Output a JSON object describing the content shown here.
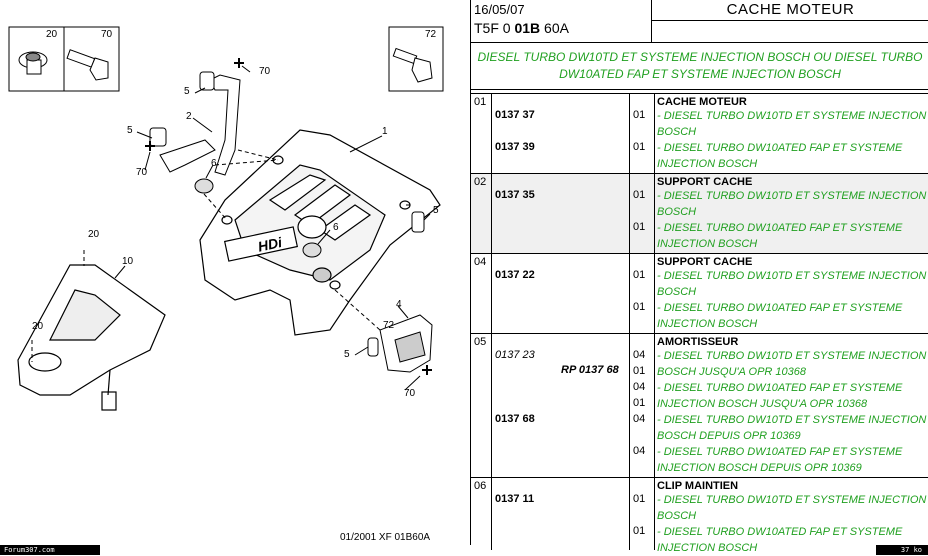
{
  "header": {
    "date": "16/05/07",
    "code_pre": "T5F 0 ",
    "code_bold": "01B",
    "code_post": " 60A",
    "title": "CACHE MOTEUR"
  },
  "engine_line": "DIESEL TURBO DW10TD ET SYSTEME INJECTION BOSCH OU DIESEL TURBO DW10ATED FAP ET SYSTEME INJECTION BOSCH",
  "groups": [
    {
      "num": "01",
      "title": "CACHE MOTEUR",
      "rows": [
        {
          "ref": "0137 37",
          "qty": "01",
          "desc": "- DIESEL TURBO DW10TD ET SYSTEME INJECTION BOSCH"
        },
        {
          "ref": "0137 39",
          "qty": "01",
          "desc": "- DIESEL TURBO DW10ATED FAP ET SYSTEME INJECTION BOSCH"
        }
      ]
    },
    {
      "num": "02",
      "title": "SUPPORT CACHE",
      "rows": [
        {
          "ref": "0137 35",
          "qty": "01",
          "desc": "- DIESEL TURBO DW10TD ET SYSTEME INJECTION BOSCH"
        },
        {
          "ref": "",
          "qty": "01",
          "desc": "- DIESEL TURBO DW10ATED FAP ET SYSTEME INJECTION BOSCH"
        }
      ]
    },
    {
      "num": "04",
      "title": "SUPPORT CACHE",
      "rows": [
        {
          "ref": "0137 22",
          "qty": "01",
          "desc": "- DIESEL TURBO DW10TD ET SYSTEME INJECTION BOSCH"
        },
        {
          "ref": "",
          "qty": "01",
          "desc": "- DIESEL TURBO DW10ATED FAP ET SYSTEME INJECTION BOSCH"
        }
      ]
    },
    {
      "num": "05",
      "title": "AMORTISSEUR",
      "rows": [
        {
          "ref": "0137 23",
          "rp": "RP 0137 68",
          "qty": "04",
          "qty2": "01",
          "desc": "- DIESEL TURBO DW10TD ET SYSTEME INJECTION BOSCH JUSQU'A OPR 10368"
        },
        {
          "ref": "",
          "qty": "04",
          "qty2": "01",
          "desc": "- DIESEL TURBO DW10ATED FAP ET SYSTEME INJECTION BOSCH JUSQU'A OPR 10368"
        },
        {
          "ref": "0137 68",
          "qty": "04",
          "desc": "- DIESEL TURBO DW10TD ET SYSTEME INJECTION BOSCH DEPUIS OPR 10369"
        },
        {
          "ref": "",
          "qty": "04",
          "desc": "- DIESEL TURBO DW10ATED FAP ET SYSTEME INJECTION BOSCH DEPUIS OPR 10369"
        }
      ]
    },
    {
      "num": "06",
      "title": "CLIP MAINTIEN",
      "rows": [
        {
          "ref": "0137 11",
          "qty": "01",
          "desc": "- DIESEL TURBO DW10TD ET SYSTEME INJECTION BOSCH"
        },
        {
          "ref": "",
          "qty": "01",
          "desc": "- DIESEL TURBO DW10ATED FAP ET SYSTEME INJECTION BOSCH"
        }
      ]
    }
  ],
  "diagram": {
    "callouts": [
      "20",
      "70",
      "72",
      "70",
      "5",
      "2",
      "5",
      "70",
      "6",
      "1",
      "5",
      "6",
      "20",
      "10",
      "20",
      "4",
      "72",
      "5",
      "70"
    ],
    "logo_text": "HDi",
    "footer_ref": "01/2001   XF 01B60A"
  },
  "footer": {
    "site": "Forum307.com",
    "size": "37 ko"
  }
}
